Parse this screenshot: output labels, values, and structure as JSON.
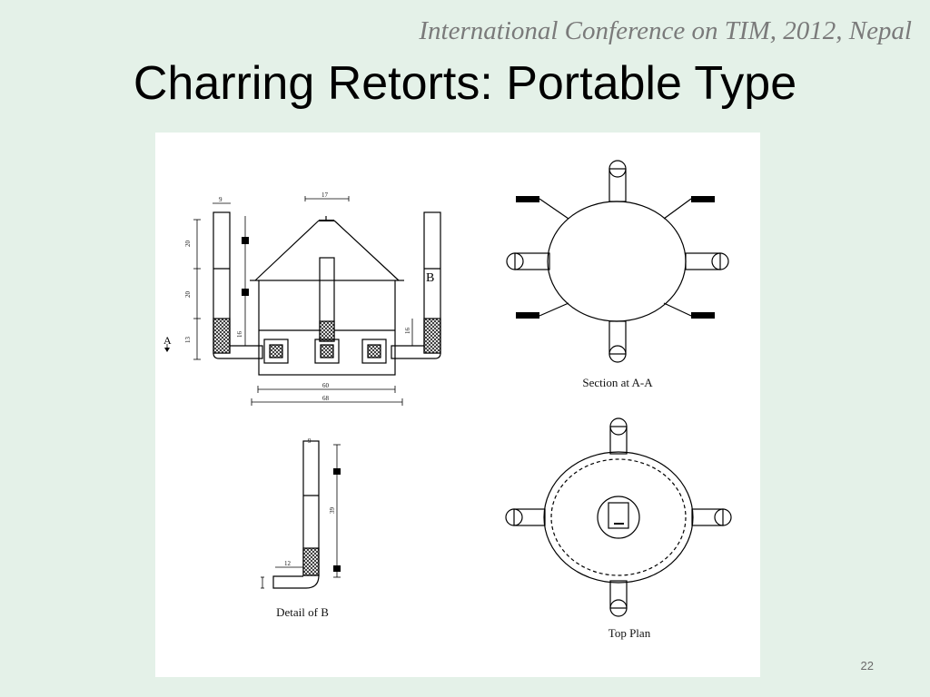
{
  "slide": {
    "header_note": "International Conference on TIM, 2012, Nepal",
    "title": "Charring Retorts: Portable Type",
    "page_number": "22"
  },
  "figure": {
    "label_section": "Section at A-A",
    "label_detail": "Detail of B",
    "label_top_plan": "Top Plan",
    "marker_a": "A",
    "marker_b": "B",
    "dims": {
      "top": "17",
      "chimney_w": "9",
      "left_upper": "20",
      "left_mid": "20",
      "left_low": "13",
      "inner_low": "16",
      "right_low": "16",
      "base_inner": "60",
      "base_outer": "68",
      "detail_top": "9",
      "detail_h": "39",
      "detail_foot": "12"
    }
  }
}
